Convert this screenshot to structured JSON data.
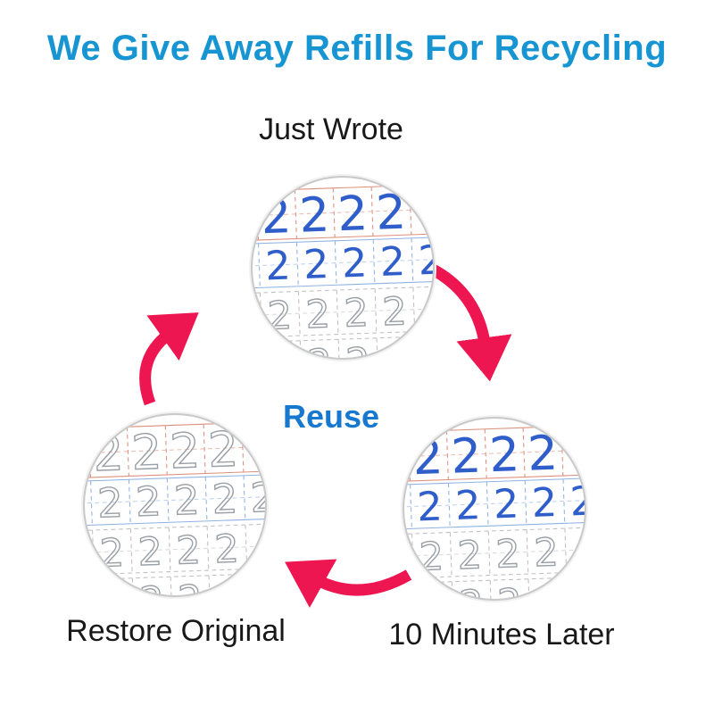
{
  "title": "We Give Away Refills For Recycling",
  "center_label": "Reuse",
  "practice_char": "2",
  "stages": [
    {
      "id": "just-wrote",
      "label": "Just Wrote",
      "ink_rows": [
        "blue",
        "blue",
        "gray",
        "gray"
      ]
    },
    {
      "id": "ten-minutes-later",
      "label": "10 Minutes Later",
      "ink_rows": [
        "blue",
        "blue",
        "gray",
        "gray"
      ]
    },
    {
      "id": "restore-original",
      "label": "Restore Original",
      "ink_rows": [
        "gray",
        "gray",
        "gray",
        "gray"
      ]
    }
  ],
  "colors": {
    "title_blue": "#1795d3",
    "reuse_blue": "#1778cf",
    "arrow_pink": "#ee1651",
    "ink_blue": "#2f5ecb",
    "ink_gray": "#9aa0a6"
  }
}
